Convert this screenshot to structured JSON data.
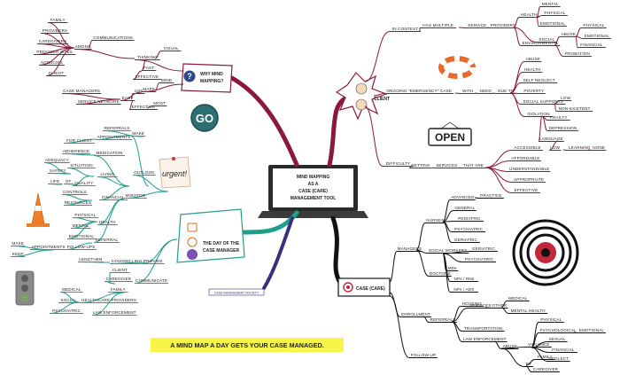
{
  "colors": {
    "crimson": "#8b1a3a",
    "teal": "#1f9e8e",
    "navy": "#3a2f7a",
    "black": "#111111",
    "banner": "#f7f44a",
    "go_button": "#2f6f73",
    "sticky": "#fbf3ea"
  },
  "center": {
    "line1": "MIND MAPPING",
    "line2": "AS A",
    "line3": "CASE (CARE)",
    "line4": "MANAGEMENT TOOL"
  },
  "why": {
    "line1": "WHY MIND",
    "line2": "MAPPING?"
  },
  "client": {
    "label": "CLIENT"
  },
  "case_care": {
    "label": "CASE (CARE)"
  },
  "day": {
    "line1": "THE DAY OF THE",
    "line2": "CASE MANAGER"
  },
  "go_button": {
    "label": "GO"
  },
  "urgent_note": {
    "label": "urgent!"
  },
  "open_sign": {
    "label": "OPEN"
  },
  "banner": {
    "label": "A MIND MAP A DAY GETS YOUR CASE MANAGED."
  },
  "credit": {
    "label": "CASE MANAGEMENT SOCIETY"
  },
  "why_branch": {
    "labels": [
      "THINKING",
      "VISUAL",
      "FAST",
      "EFFECTIVE",
      "MAPS",
      "MIND",
      "EASY",
      "USE",
      "EFFECTIVE",
      "MOST",
      "AMONG",
      "COMMUNICATIONS",
      "FAMILY",
      "PROVIDERS",
      "CAREGIVERS",
      "PROVIDER SITES",
      "AGENCIES",
      "CLIENT",
      "CASE MANAGERS",
      "SERVICE NETWORK"
    ]
  },
  "client_branch": {
    "labels": [
      "IN CONTEXT",
      "HAS MULTIPLE",
      "SERVICE",
      "PROVIDERS",
      "HEALTH",
      "MENTAL",
      "PHYSICAL",
      "EMOTIONAL",
      "SOCIAL",
      "ENVIRONMENTAL",
      "ABUSE",
      "PHYSICAL",
      "EMOTIONAL",
      "FINANCIAL",
      "PROBATION",
      "ONGOING \"EMERGENCY\" CASE",
      "WITH",
      "NEED",
      "DUE TO",
      "ABUSE",
      "HEALTH",
      "SELF NEGLECT",
      "POVERTY",
      "SOCIAL SUPPORTS",
      "LOW",
      "NON-EXISTENT",
      "ISOLATION",
      "FRAILTY",
      "DEPRESSION",
      "LANGUAGE",
      "LOW",
      "LEARNING",
      "NONE",
      "DIFFICULTY",
      "GETTING",
      "SERVICES",
      "THAT ARE",
      "ACCESSIBLE",
      "AFFORDABLE",
      "UNDERSTANDABLE",
      "APPROPRIATE",
      "EFFECTIVE"
    ]
  },
  "case_branch": {
    "labels": [
      "MANAGERS",
      "NURSES",
      "ADVANCED",
      "PRACTICE",
      "GENERAL",
      "PEDIATRIC",
      "PSYCHIATRIC",
      "GERIATRIC",
      "GERIATRIC",
      "SOCIAL WORKERS",
      "PSYCHIATRIC",
      "MDs",
      "NPs / RNs",
      "NPs / ADS",
      "DOCTORS",
      "ENROLLMENT",
      "REFERRALS",
      "HOUSING",
      "SERVICES",
      "OTHER",
      "MEDICAL",
      "MENTAL HEALTH",
      "TRANSPORTATION",
      "LAW ENFORCEMENT",
      "ABUSE",
      "PHYSICAL",
      "PSYCHOLOGICAL",
      "EMOTIONAL",
      "VIOLENCE",
      "SEXUAL",
      "FINANCIAL",
      "NEGLECT",
      "FAMILY",
      "BY",
      "CAREGIVER",
      "FOLLOW-UP"
    ]
  },
  "day_branch": {
    "labels": [
      "REFERRALS",
      "MAKE",
      "APPOINTMENTS",
      "FOR CLIENT",
      "ADHERENCE",
      "MEDICATION",
      "ADEQUACY",
      "SITUATION",
      "SAFETY",
      "LIVING",
      "LIFE",
      "OF",
      "QUALITY",
      "CONTROLS",
      "FINANCIAL",
      "RESOURCES",
      "MONITOR",
      "PHYSICAL",
      "MENTAL",
      "HEALTH",
      "EMOTIONAL",
      "MAKE",
      "APPOINTMENTS",
      "FOLLOW-UPS",
      "REFERRAL",
      "KEEP",
      "LENGTHEN",
      "COUNSELLING",
      "PROVIDE",
      "CLIENT",
      "CAREGIVER",
      "FAMILY",
      "HEALTHCARE PROVIDERS",
      "LAW ENFORCEMENT",
      "COMMUNICATE",
      "MEDICAL",
      "SOCIAL",
      "PSYCHIATRIC",
      "OUTLOOK"
    ]
  }
}
